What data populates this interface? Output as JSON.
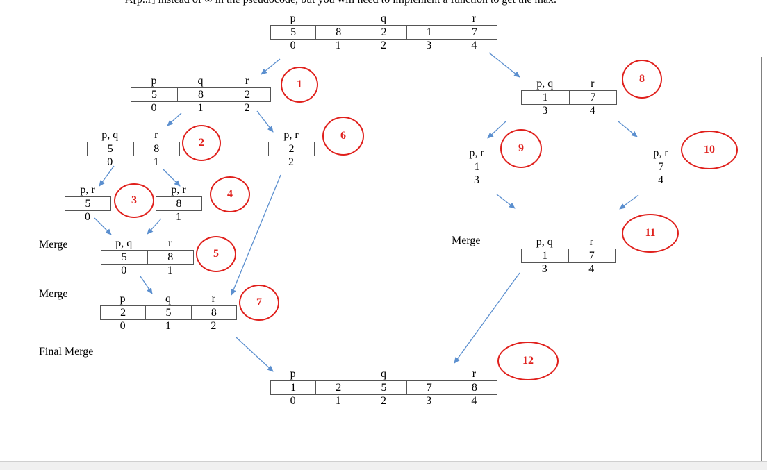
{
  "header_text": "A[p..r] instead of ∞ in the pseudocode, but you will need to implement a function to get the max.",
  "side_labels": [
    "Merge",
    "Merge",
    "Final Merge",
    "Merge"
  ],
  "arrays": [
    {
      "values": [
        "5",
        "8",
        "2",
        "1",
        "7"
      ],
      "indices": [
        "0",
        "1",
        "2",
        "3",
        "4"
      ],
      "markers": [
        "p",
        "",
        "q",
        "",
        "r"
      ]
    },
    {
      "values": [
        "5",
        "8",
        "2"
      ],
      "indices": [
        "0",
        "1",
        "2"
      ],
      "markers": [
        "p",
        "q",
        "r"
      ]
    },
    {
      "values": [
        "5",
        "8"
      ],
      "indices": [
        "0",
        "1"
      ],
      "markers": [
        "p, q",
        "r"
      ]
    },
    {
      "values": [
        "5"
      ],
      "indices": [
        "0"
      ],
      "markers": [
        "p, r"
      ]
    },
    {
      "values": [
        "8"
      ],
      "indices": [
        "1"
      ],
      "markers": [
        "p, r"
      ]
    },
    {
      "values": [
        "5",
        "8"
      ],
      "indices": [
        "0",
        "1"
      ],
      "markers": [
        "p, q",
        "r"
      ]
    },
    {
      "values": [
        "2"
      ],
      "indices": [
        "2"
      ],
      "markers": [
        "p, r"
      ]
    },
    {
      "values": [
        "2",
        "5",
        "8"
      ],
      "indices": [
        "0",
        "1",
        "2"
      ],
      "markers": [
        "p",
        "q",
        "r"
      ]
    },
    {
      "values": [
        "1",
        "7"
      ],
      "indices": [
        "3",
        "4"
      ],
      "markers": [
        "p, q",
        "r"
      ]
    },
    {
      "values": [
        "1"
      ],
      "indices": [
        "3"
      ],
      "markers": [
        "p, r"
      ]
    },
    {
      "values": [
        "7"
      ],
      "indices": [
        "4"
      ],
      "markers": [
        "p, r"
      ]
    },
    {
      "values": [
        "1",
        "7"
      ],
      "indices": [
        "3",
        "4"
      ],
      "markers": [
        "p, q",
        "r"
      ]
    },
    {
      "values": [
        "1",
        "2",
        "5",
        "7",
        "8"
      ],
      "indices": [
        "0",
        "1",
        "2",
        "3",
        "4"
      ],
      "markers": [
        "p",
        "",
        "q",
        "",
        "r"
      ]
    }
  ],
  "badges": [
    "1",
    "2",
    "3",
    "4",
    "5",
    "6",
    "7",
    "8",
    "9",
    "10",
    "11",
    "12"
  ],
  "colors": {
    "arrow": "#5b8fcf",
    "badge": "#e0201c",
    "cell_border": "#555555"
  }
}
